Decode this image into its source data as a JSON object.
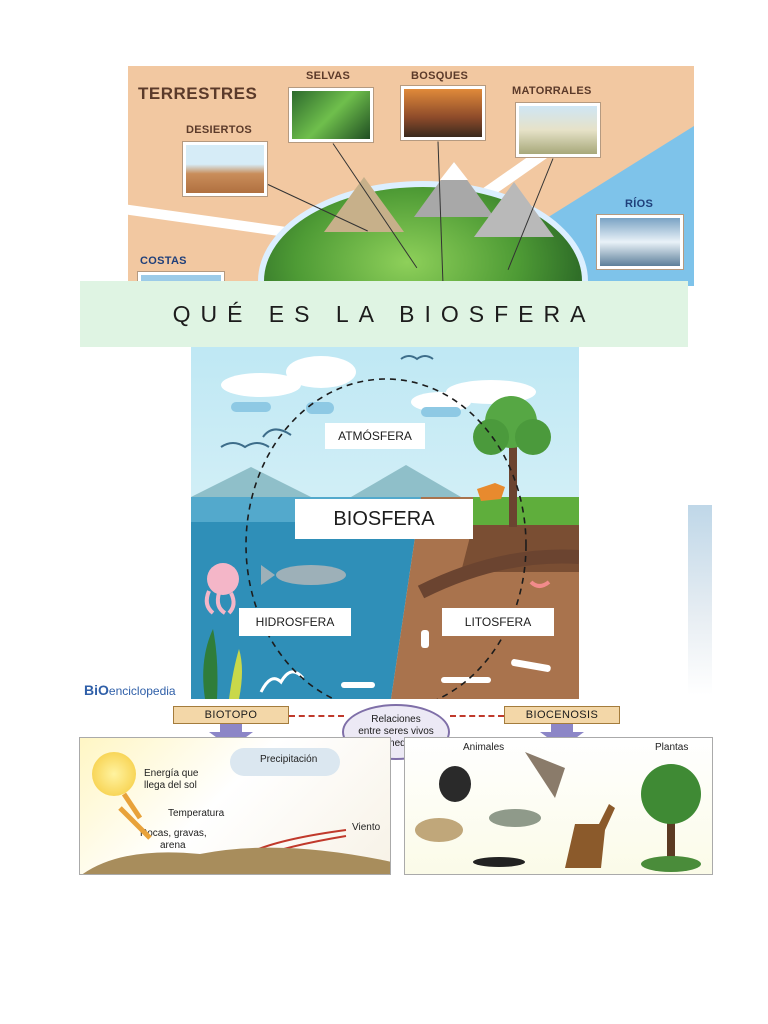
{
  "banner": {
    "title": "QUÉ ES LA BIOSFERA"
  },
  "ecosystems": {
    "title": "TERRESTRES",
    "labels": {
      "selvas": "SELVAS",
      "bosques": "BOSQUES",
      "matorrales": "MATORRALES",
      "desiertos": "DESIERTOS",
      "rios": "RÍOS",
      "costas": "COSTAS"
    }
  },
  "biosphere": {
    "atmosfera": "ATMÓSFERA",
    "biosfera": "BIOSFERA",
    "hidrosfera": "HIDROSFERA",
    "litosfera": "LITOSFERA",
    "logo_b": "BiO",
    "logo_rest": "enciclopedia"
  },
  "relations": {
    "biotopo": "BIOTOPO",
    "biocenosis": "BIOCENOSIS",
    "center_line1": "Relaciones",
    "center_line2": "entre seres vivos",
    "center_line3": "y medio",
    "precipitacion": "Precipitación",
    "energia_line1": "Energía que",
    "energia_line2": "llega del sol",
    "temperatura": "Temperatura",
    "rocas_line1": "Rocas, gravas,",
    "rocas_line2": "arena",
    "viento": "Viento",
    "animales": "Animales",
    "plantas": "Plantas"
  },
  "colors": {
    "top_bg": "#f2c8a1",
    "banner_bg": "#dff4e3",
    "tag_bg": "#f3d7a8",
    "relation_border": "#7f6fa8"
  }
}
